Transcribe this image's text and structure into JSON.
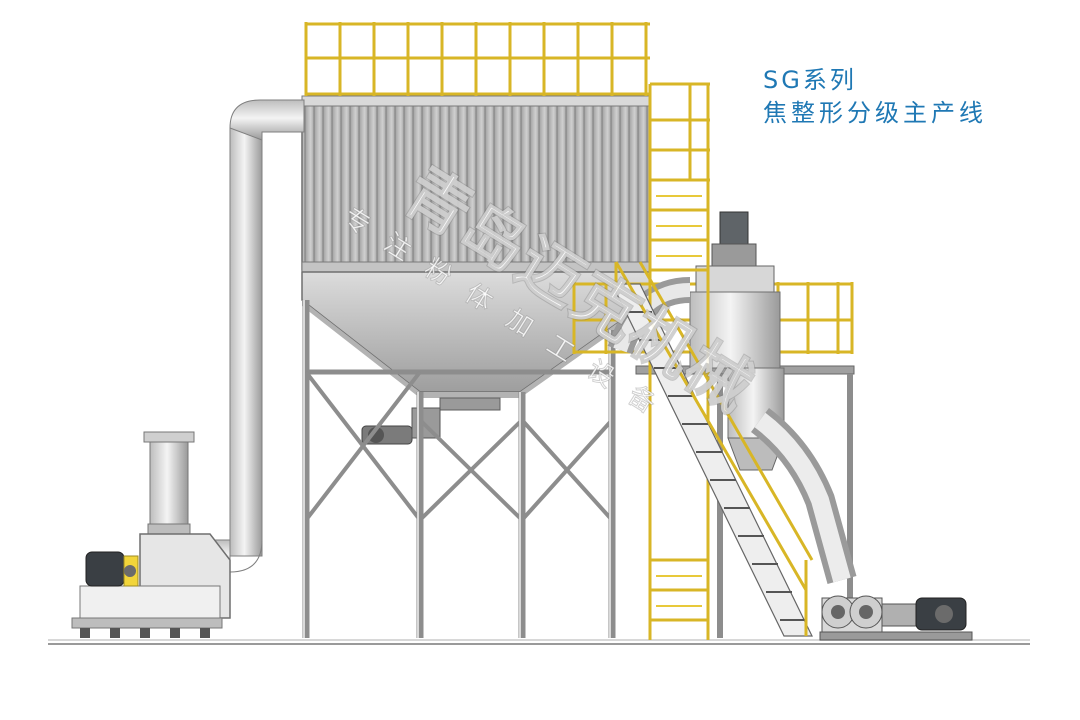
{
  "title": {
    "line1": "SG系列",
    "line2": "焦整形分级主产线"
  },
  "watermark": {
    "main": "青岛迈克机械",
    "sub": "专注粉体加工设备"
  },
  "colors": {
    "title_blue": "#1f78b4",
    "railing_yellow": "#f2d53a",
    "steel_grey": "#c9c9c9",
    "dark_steel": "#6b6b6b",
    "motor_dark": "#3a3f44"
  }
}
